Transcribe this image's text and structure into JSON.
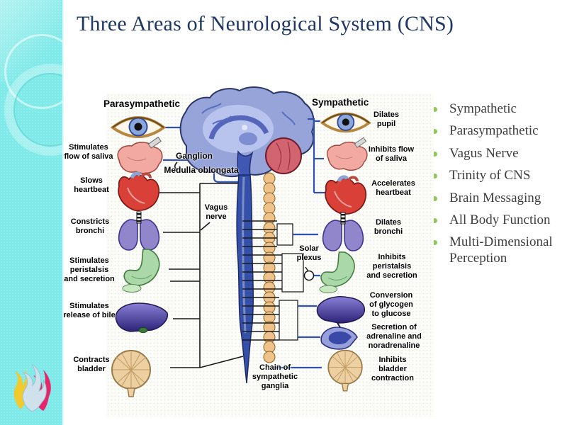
{
  "slide": {
    "title": "Three Areas of Neurological System (CNS)",
    "title_color": "#1e3766",
    "accent_cyan": "#7de9e8"
  },
  "bullets": {
    "bullet_color": "#94c65c",
    "items": [
      "Sympathetic",
      "Parasympathetic",
      "Vagus Nerve",
      "Trinity of CNS",
      "Brain Messaging",
      "All Body Function",
      "Multi-Dimensional Perception"
    ]
  },
  "diagram": {
    "headings": {
      "left": "Parasympathetic",
      "right": "Sympathetic"
    },
    "center_labels": {
      "ganglion": "Ganglion",
      "medulla": "Medulla oblongata",
      "vagus": "Vagus\nnerve",
      "solar_plexus": "Solar\nplexus",
      "chain": "Chain of\nsympathetic\nganglia"
    },
    "left_labels": [
      "Stimulates\nflow of saliva",
      "Slows\nheartbeat",
      "Constricts\nbronchi",
      "Stimulates\nperistalsis\nand secretion",
      "Stimulates\nrelease of bile",
      "Contracts\nbladder"
    ],
    "right_labels": [
      "Dilates\npupil",
      "Inhibits flow\nof saliva",
      "Accelerates\nheartbeat",
      "Dilates\nbronchi",
      "Inhibits\nperistalsis\nand secretion",
      "Conversion\nof glycogen\nto glucose",
      "Secretion of\nadrenaline and\nnoradrenaline",
      "Inhibits\nbladder\ncontraction"
    ],
    "line_blue": "#3152a8"
  }
}
